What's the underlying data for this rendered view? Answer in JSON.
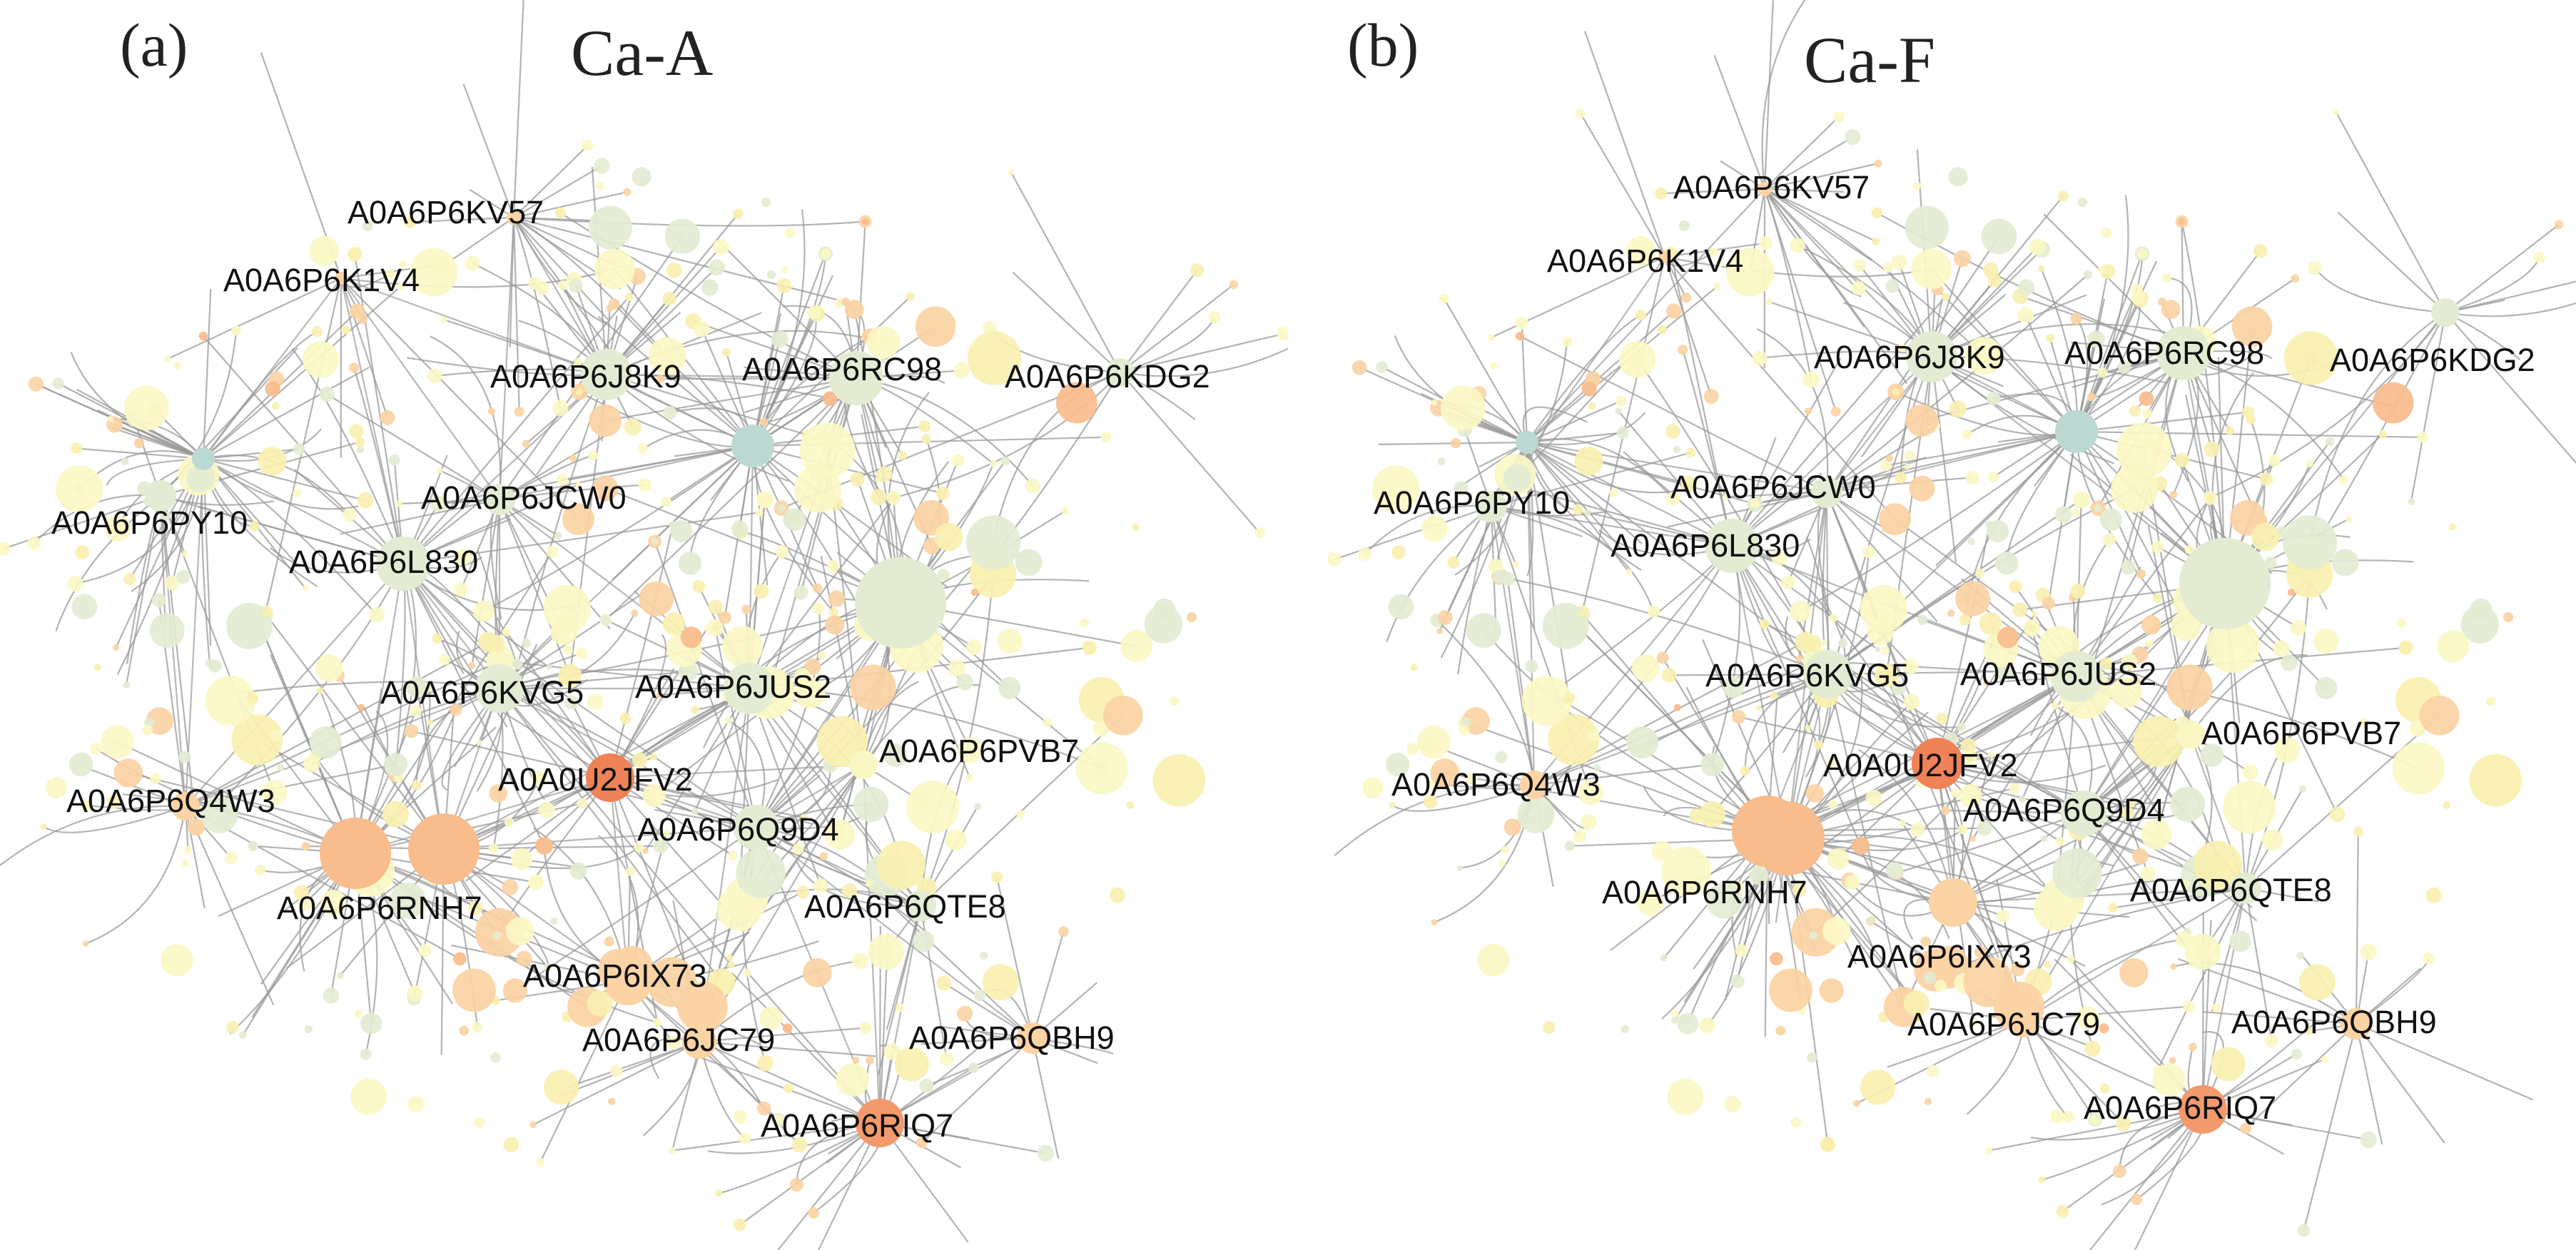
{
  "panels": [
    {
      "letter": "(a)",
      "title": "Ca-A",
      "labels": [
        "A0A6P6KV57",
        "A0A6P6K1V4",
        "A0A6P6J8K9",
        "A0A6P6RC98",
        "A0A6P6KDG2",
        "A0A6P6PY10",
        "A0A6P6JCW0",
        "A0A6P6L830",
        "A0A6P6KVG5",
        "A0A6P6JUS2",
        "A0A0U2JFV2",
        "A0A6P6PVB7",
        "A0A6P6Q4W3",
        "A0A6P6Q9D4",
        "A0A6P6RNH7",
        "A0A6P6QTE8",
        "A0A6P6IX73",
        "A0A6P6JC79",
        "A0A6P6QBH9",
        "A0A6P6RIQ7"
      ]
    },
    {
      "letter": "(b)",
      "title": "Ca-F",
      "labels": [
        "A0A6P6KV57",
        "A0A6P6K1V4",
        "A0A6P6J8K9",
        "A0A6P6RC98",
        "A0A6P6KDG2",
        "A0A6P6PY10",
        "A0A6P6JCW0",
        "A0A6P6L830",
        "A0A6P6KVG5",
        "A0A6P6JUS2",
        "A0A0U2JFV2",
        "A0A6P6PVB7",
        "A0A6P6Q4W3",
        "A0A6P6Q9D4",
        "A0A6P6RNH7",
        "A0A6P6QTE8",
        "A0A6P6IX73",
        "A0A6P6JC79",
        "A0A6P6QBH9",
        "A0A6P6RIQ7"
      ]
    }
  ],
  "colors": {
    "edge": "#9a9a9a",
    "node_pale_yellow": "#fbf7c4",
    "node_light_yellow": "#f8f0b0",
    "node_pale_green": "#e3ecd2",
    "node_teal": "#bcd8d3",
    "node_peach": "#fbd3a4",
    "node_light_orange": "#f9bc8c",
    "node_orange": "#f39a6c",
    "node_strong_orange": "#ef8257"
  }
}
